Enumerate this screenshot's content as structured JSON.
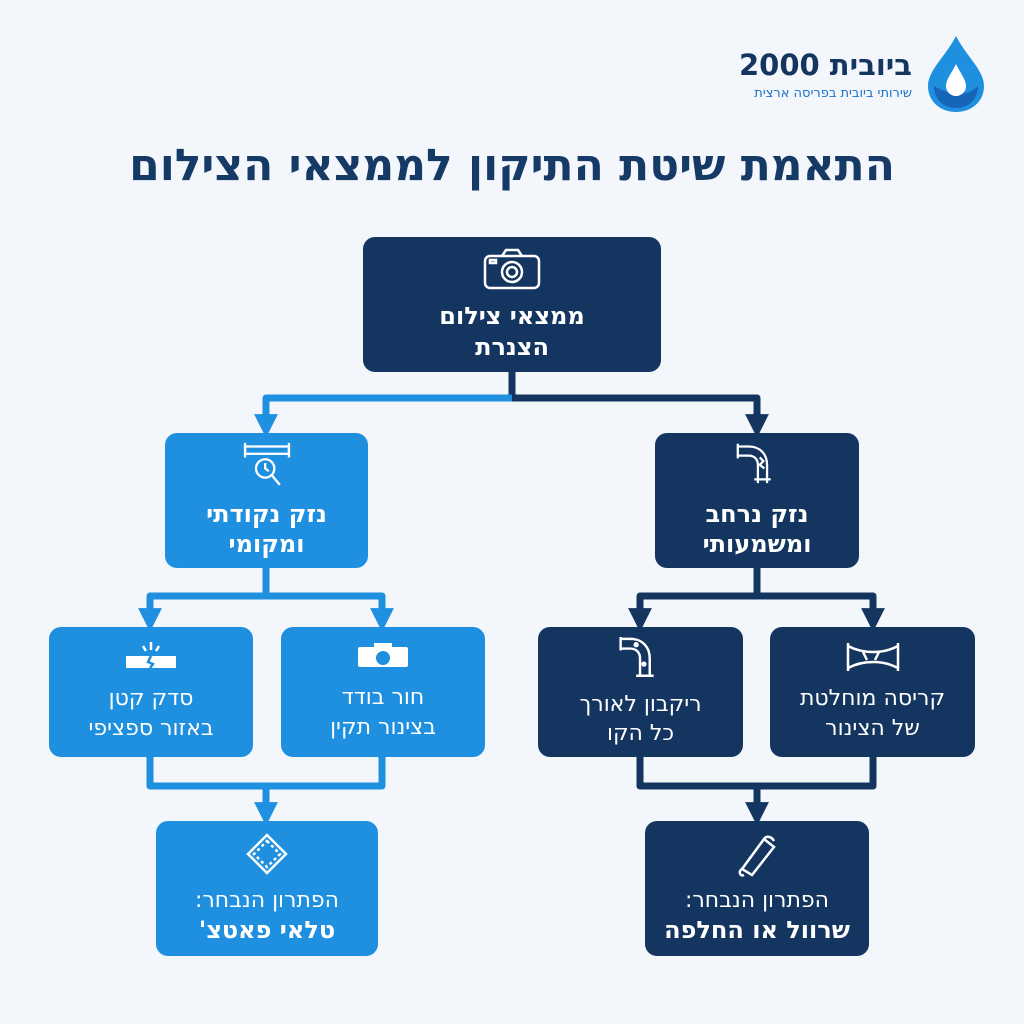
{
  "brand": {
    "name": "ביובית 2000",
    "tagline": "שירותי ביובית בפריסה ארצית",
    "logo_icon": "water-drop-icon",
    "colors": {
      "dark": "#14355f",
      "light": "#1f8fe0"
    }
  },
  "title": "התאמת שיטת התיקון לממצאי הצילום",
  "nodes": {
    "root": {
      "line1": "ממצאי צילום",
      "line2": "הצנרת",
      "icon": "camera-icon"
    },
    "extensive": {
      "line1": "נזק נרחב",
      "line2": "ומשמעותי",
      "icon": "broken-pipe-icon"
    },
    "local": {
      "line1": "נזק נקודתי",
      "line2": "ומקומי",
      "icon": "pipe-inspection-icon"
    },
    "collapse": {
      "line1": "קריסה מוחלטת",
      "line2": "של הצינור",
      "icon": "collapsed-pipe-icon"
    },
    "rot": {
      "line1": "ריקבון לאורך",
      "line2": "כל הקו",
      "icon": "rotten-pipe-icon"
    },
    "hole": {
      "line1": "חור בודד",
      "line2": "בצינור תקין",
      "icon": "pipe-hole-icon"
    },
    "crack": {
      "line1": "סדק קטן",
      "line2": "באזור ספציפי",
      "icon": "pipe-crack-icon"
    },
    "solution_left": {
      "line1": "הפתרון הנבחר:",
      "line2": "טלאי פאטצ'",
      "icon": "patch-icon"
    },
    "solution_right": {
      "line1": "הפתרון הנבחר:",
      "line2": "שרוול או החלפה",
      "icon": "sleeve-icon"
    }
  }
}
